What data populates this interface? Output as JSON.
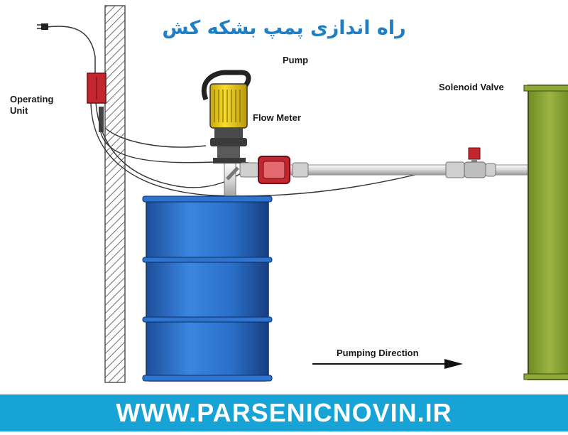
{
  "title": "راه اندازی پمپ بشکه کش",
  "labels": {
    "operating_unit": "Operating\nUnit",
    "pump": "Pump",
    "flow_meter": "Flow Meter",
    "solenoid_valve": "Solenoid Valve",
    "pumping_direction": "Pumping Direction"
  },
  "footer": {
    "url": "WWW.PARSENICNOVIN.IR"
  },
  "colors": {
    "title": "#1e7fc4",
    "footer_bg": "#18a3d6",
    "drum": "#2a6fc9",
    "tank": "#8ea83a",
    "pump_motor": "#f2d21b",
    "valve": "#c2262e"
  }
}
